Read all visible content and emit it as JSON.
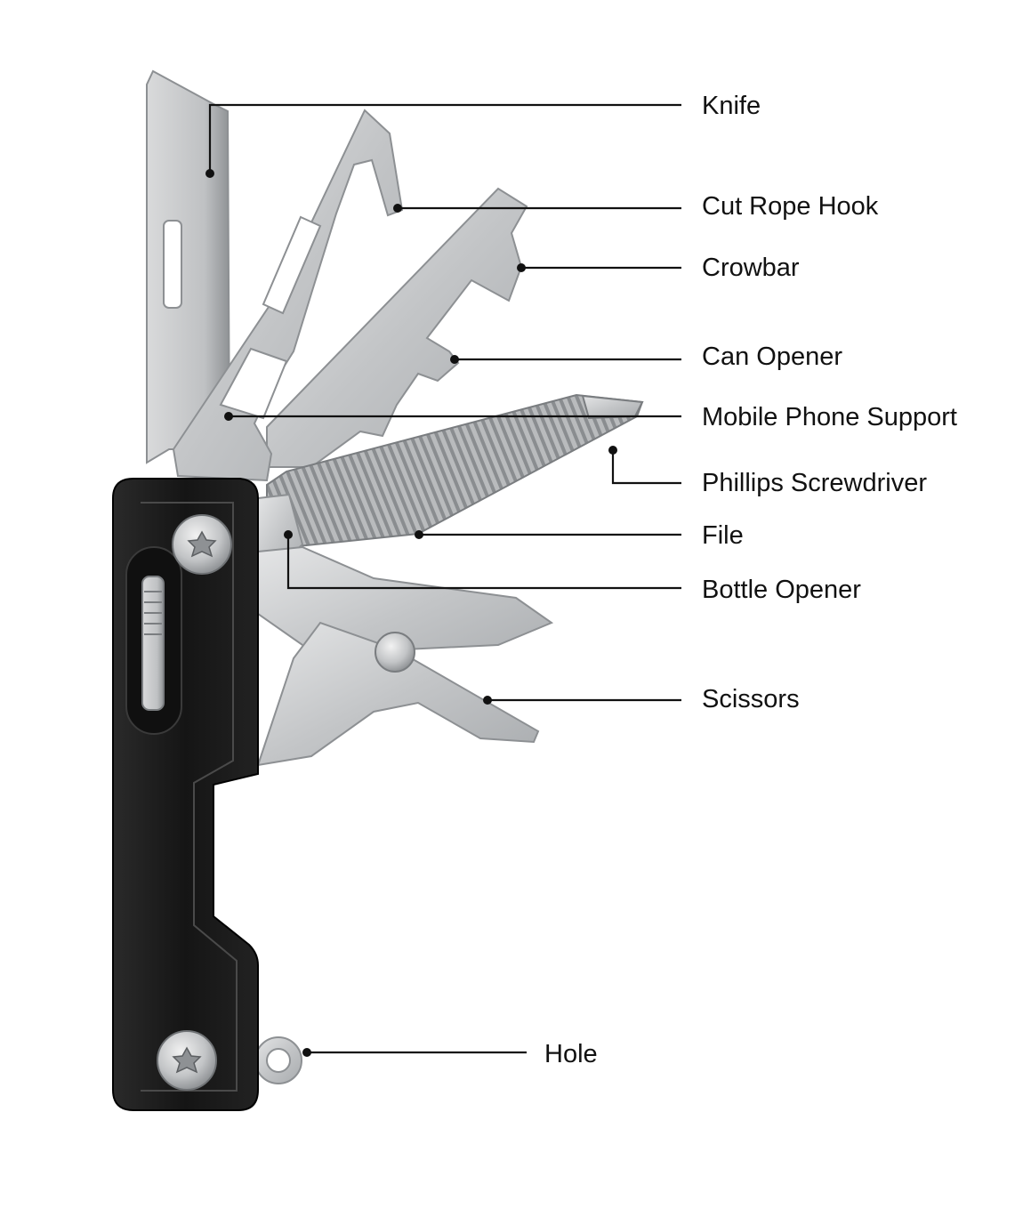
{
  "colors": {
    "steel": "#c7c9cb",
    "steel_dark": "#8d9093",
    "handle": "#1a1a1a",
    "text": "#111111"
  },
  "labels": {
    "knife": "Knife",
    "cut_rope_hook": "Cut Rope Hook",
    "crowbar": "Crowbar",
    "can_opener": "Can Opener",
    "mobile_phone_support": "Mobile Phone Support",
    "phillips_screwdriver": "Phillips Screwdriver",
    "file": "File",
    "bottle_opener": "Bottle Opener",
    "scissors": "Scissors",
    "hole": "Hole"
  }
}
